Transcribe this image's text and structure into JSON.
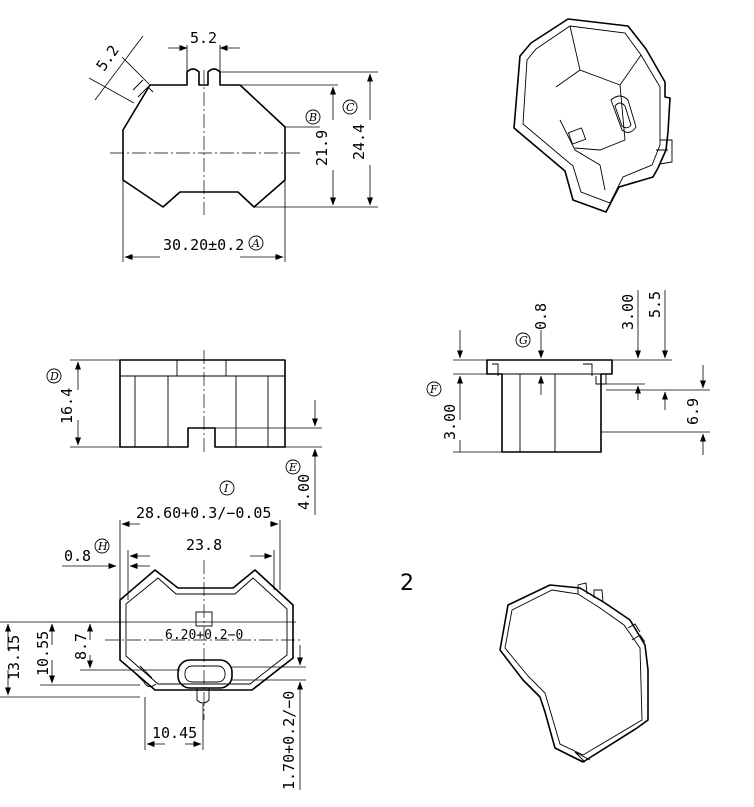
{
  "top_view": {
    "dim_slot_angled": "5.2",
    "dim_slot_top": "5.2",
    "dim_b": "21.9",
    "dim_c": "24.4",
    "dim_a": "30.20±0.2",
    "label_a": "A",
    "label_b": "B",
    "label_c": "C"
  },
  "side_view_1": {
    "dim_height": "16.4",
    "dim_e": "4.00",
    "label_d": "D",
    "label_e": "E"
  },
  "side_view_2": {
    "dim_g": "0.8",
    "dim_3": "3.00",
    "dim_55": "5.5",
    "dim_f": "3.00",
    "dim_69": "6.9",
    "label_f": "F",
    "label_g": "G"
  },
  "bottom_view": {
    "dim_i": "28.60+0.3/−0.05",
    "dim_238": "23.8",
    "dim_h": "0.8",
    "dim_1315": "13.15",
    "dim_1055": "10.55",
    "dim_87": "8.7",
    "dim_620": "6.20+0.2−0",
    "dim_1045": "10.45",
    "dim_170": "1.70+0.2/−0",
    "label_h": "H",
    "label_i": "I"
  },
  "page_number": "2"
}
